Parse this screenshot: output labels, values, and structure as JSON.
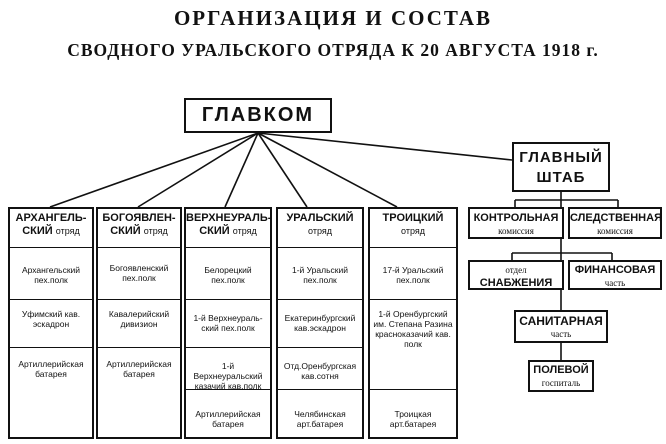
{
  "title": {
    "line1": "ОРГАНИЗАЦИЯ И СОСТАВ",
    "line2": "СВОДНОГО УРАЛЬСКОГО ОТРЯДА К 20 АВГУСТА 1918 г."
  },
  "top": "ГЛАВКОМ",
  "hq": {
    "line1": "ГЛАВНЫЙ",
    "line2": "ШТАБ"
  },
  "detachments": [
    {
      "name1": "АРХАНГЕЛЬ-",
      "name2": "СКИЙ",
      "suffix": "отряд",
      "units": [
        "Архангельский пех.полк",
        "Уфимский кав. эскадрон",
        "Артиллерийская батарея"
      ]
    },
    {
      "name1": "БОГОЯВЛЕН-",
      "name2": "СКИЙ",
      "suffix": "отряд",
      "units": [
        "Богоявленский пех.полк",
        "Кавалерийский дивизион",
        "Артиллерийская батарея"
      ]
    },
    {
      "name1": "ВЕРХНЕУРАЛЬ-",
      "name2": "СКИЙ",
      "suffix": "отряд",
      "units": [
        "Белорецкий пех.полк",
        "1-й Верхнеураль-ский пех.полк",
        "1-й Верхнеуральский казачий кав.полк",
        "Артиллерийская батарея"
      ]
    },
    {
      "name1": "УРАЛЬСКИЙ",
      "name2": "",
      "suffix": "отряд",
      "units": [
        "1-й Уральский пех.полк",
        "Екатеринбургский кав.эскадрон",
        "Отд.Оренбургская кав.сотня",
        "Челябинская арт.батарея"
      ]
    },
    {
      "name1": "ТРОИЦКИЙ",
      "name2": "",
      "suffix": "отряд",
      "units": [
        "17-й Уральский пех.полк",
        "1-й Оренбургский им. Степана Разина красноказачий кав. полк",
        "Троицкая арт.батарея"
      ]
    }
  ],
  "staff": {
    "control": {
      "line1": "КОНТРОЛЬНАЯ",
      "line2": "комиссия"
    },
    "investigation": {
      "line1": "СЛЕДСТВЕННАЯ",
      "line2": "комиссия"
    },
    "supply": {
      "line1": "отдел",
      "line2": "СНАБЖЕНИЯ"
    },
    "finance": {
      "line1": "ФИНАНСОВАЯ",
      "line2": "часть"
    },
    "sanitary": {
      "line1": "САНИТАРНАЯ",
      "line2": "часть"
    },
    "hospital": {
      "line1": "ПОЛЕВОЙ",
      "line2": "госпиталь"
    }
  }
}
